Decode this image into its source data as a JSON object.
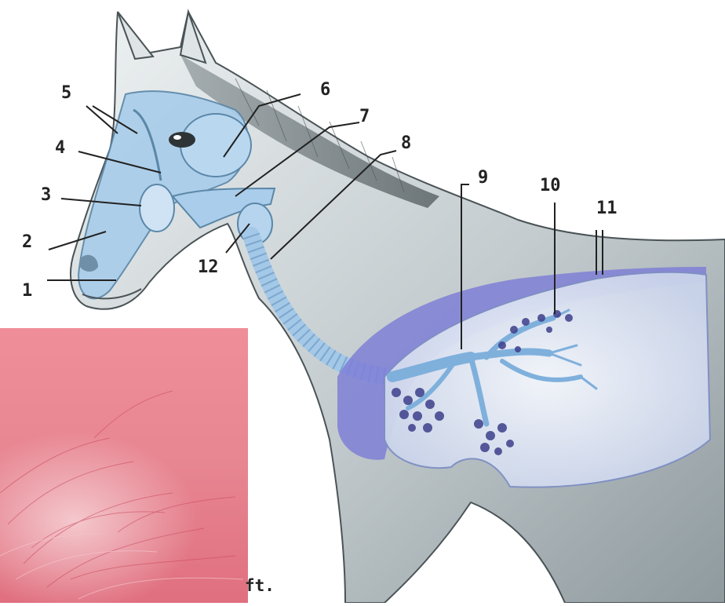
{
  "labels": {
    "n1": "1",
    "n2": "2",
    "n3": "3",
    "n4": "4",
    "n5": "5",
    "n6": "6",
    "n7": "7",
    "n8": "8",
    "n9": "9",
    "n10": "10",
    "n11": "11",
    "n12": "12"
  },
  "caption_fragment": "ft.",
  "colors": {
    "airway_blue": "#a9cdea",
    "lung_purple": "#7f7fd6",
    "lung_pale": "#e3eaf6",
    "horse_grey": "#b9c3c7",
    "photo_pink": "#e9848f"
  }
}
